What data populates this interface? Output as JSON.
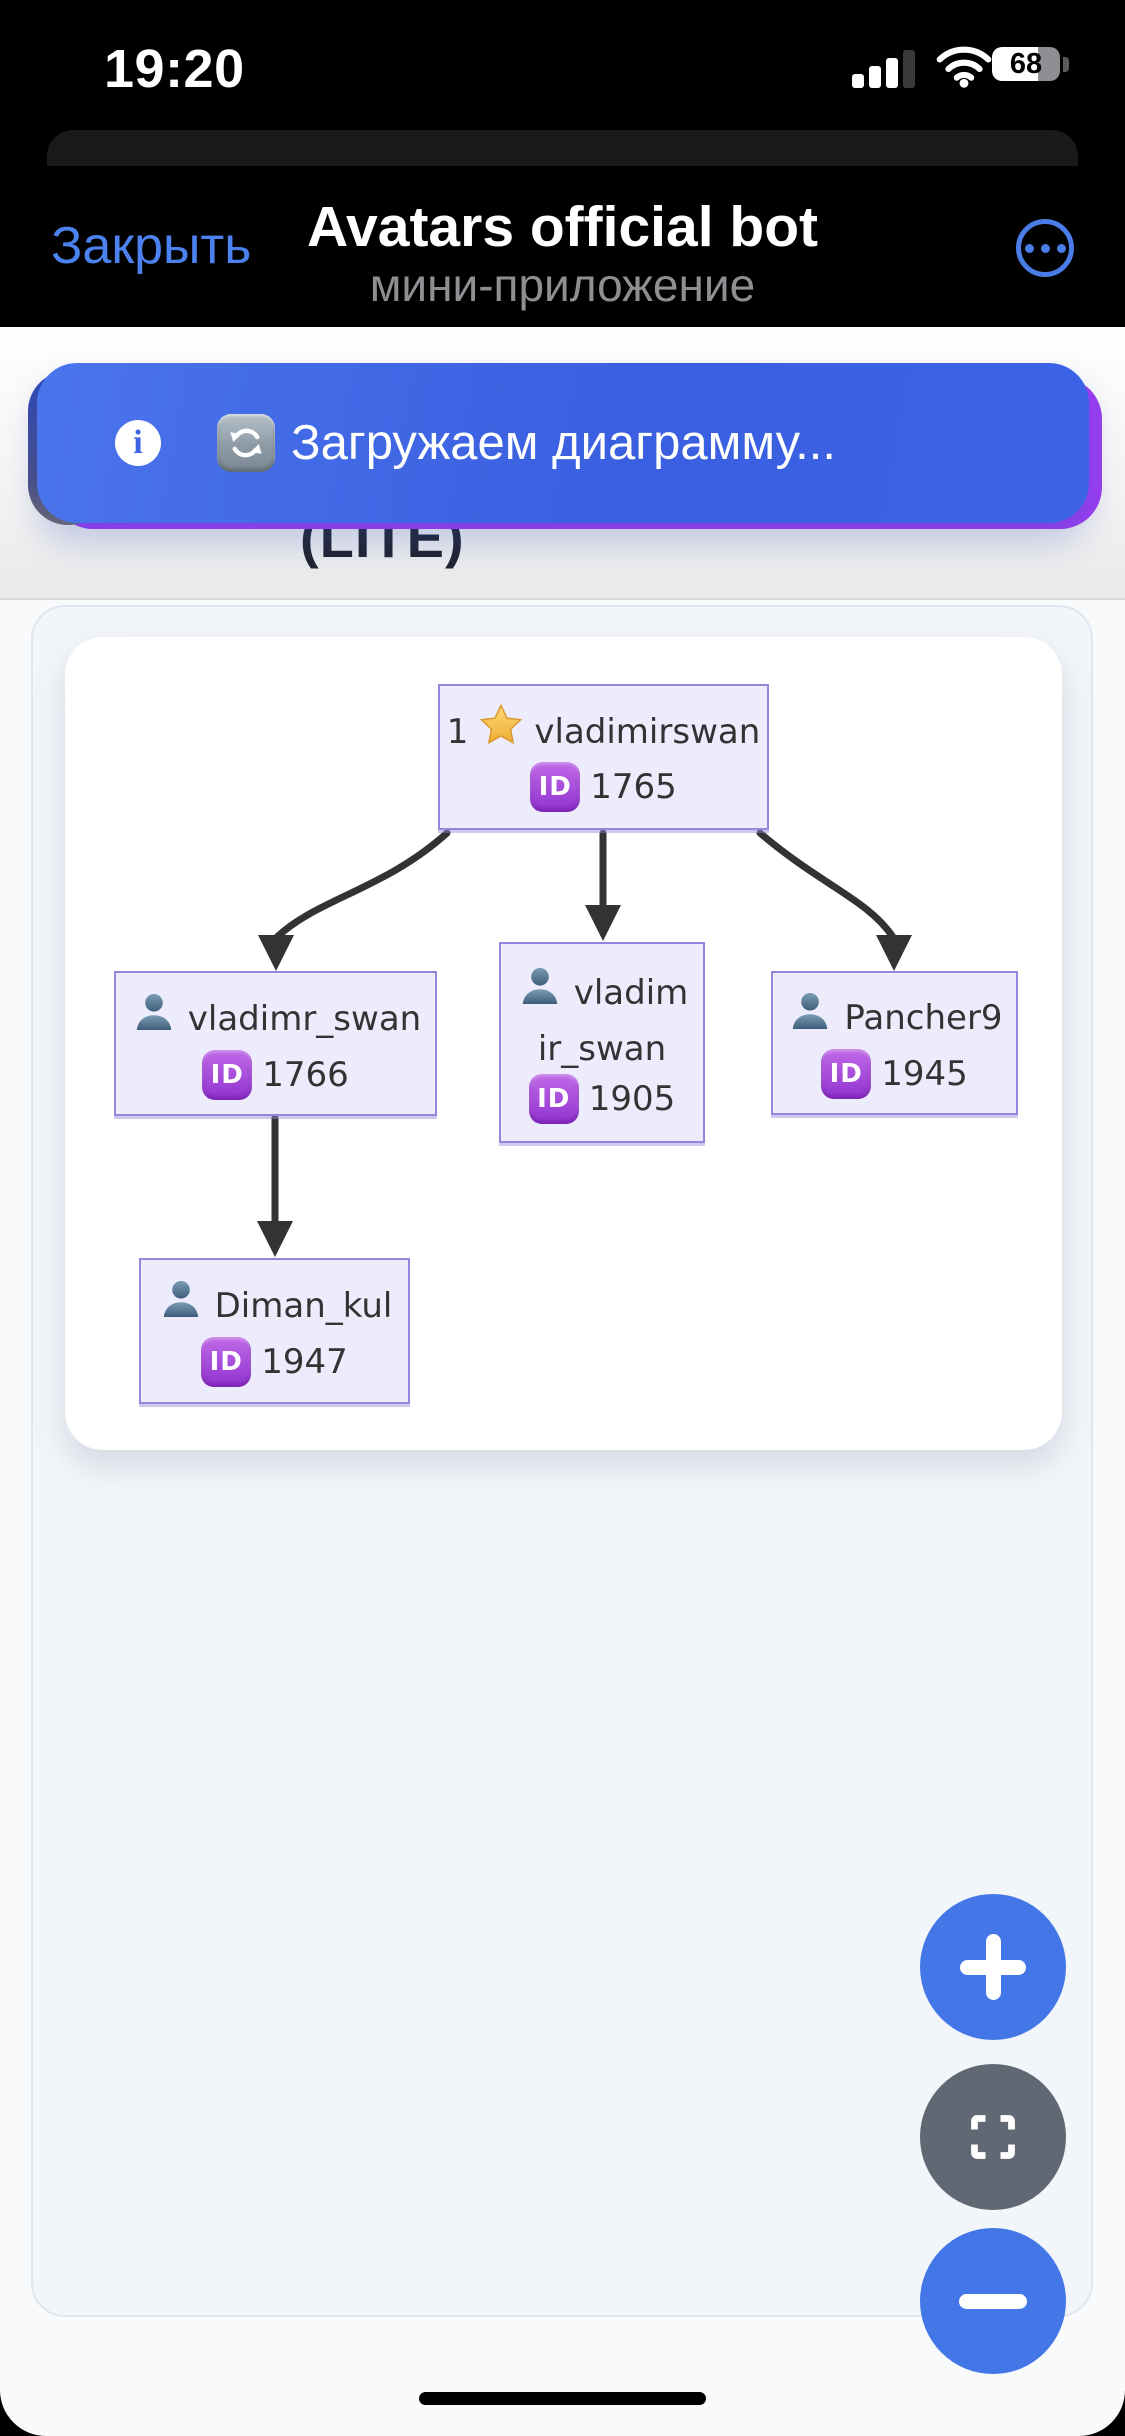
{
  "status_bar": {
    "time": "19:20",
    "battery_percent": "68"
  },
  "header": {
    "close_label": "Закрыть",
    "title": "Avatars official bot",
    "subtitle": "мини-приложение"
  },
  "banner": {
    "info_glyph": "i",
    "text": "Загружаем диаграмму..."
  },
  "page": {
    "lite_label": "(LITE)"
  },
  "diagram": {
    "id_badge_label": "ID",
    "nodes": [
      {
        "key": "root",
        "prefix": "1",
        "has_star": true,
        "name": "vladimirswan",
        "id_value": "1765"
      },
      {
        "key": "child-left",
        "name": "vladimr_swan",
        "id_value": "1766"
      },
      {
        "key": "child-middle",
        "name": "vladimir_swan",
        "name_lines": [
          "vladim",
          "ir_swan"
        ],
        "id_value": "1905"
      },
      {
        "key": "child-right",
        "name": "Pancher9",
        "id_value": "1945"
      },
      {
        "key": "grandchild",
        "name": "Diman_kul",
        "id_value": "1947"
      }
    ],
    "edges": [
      [
        "root",
        "child-left"
      ],
      [
        "root",
        "child-middle"
      ],
      [
        "root",
        "child-right"
      ],
      [
        "child-left",
        "grandchild"
      ]
    ]
  },
  "colors": {
    "banner_blue": "#3c63e6",
    "banner_purple_edge": "#9b3df0",
    "header_accent": "#4b82f0",
    "fab_blue": "#4377e8",
    "fab_gray": "#606873",
    "node_fill": "#ececfc",
    "node_border": "#9585dd",
    "edge_stroke": "#333333"
  }
}
